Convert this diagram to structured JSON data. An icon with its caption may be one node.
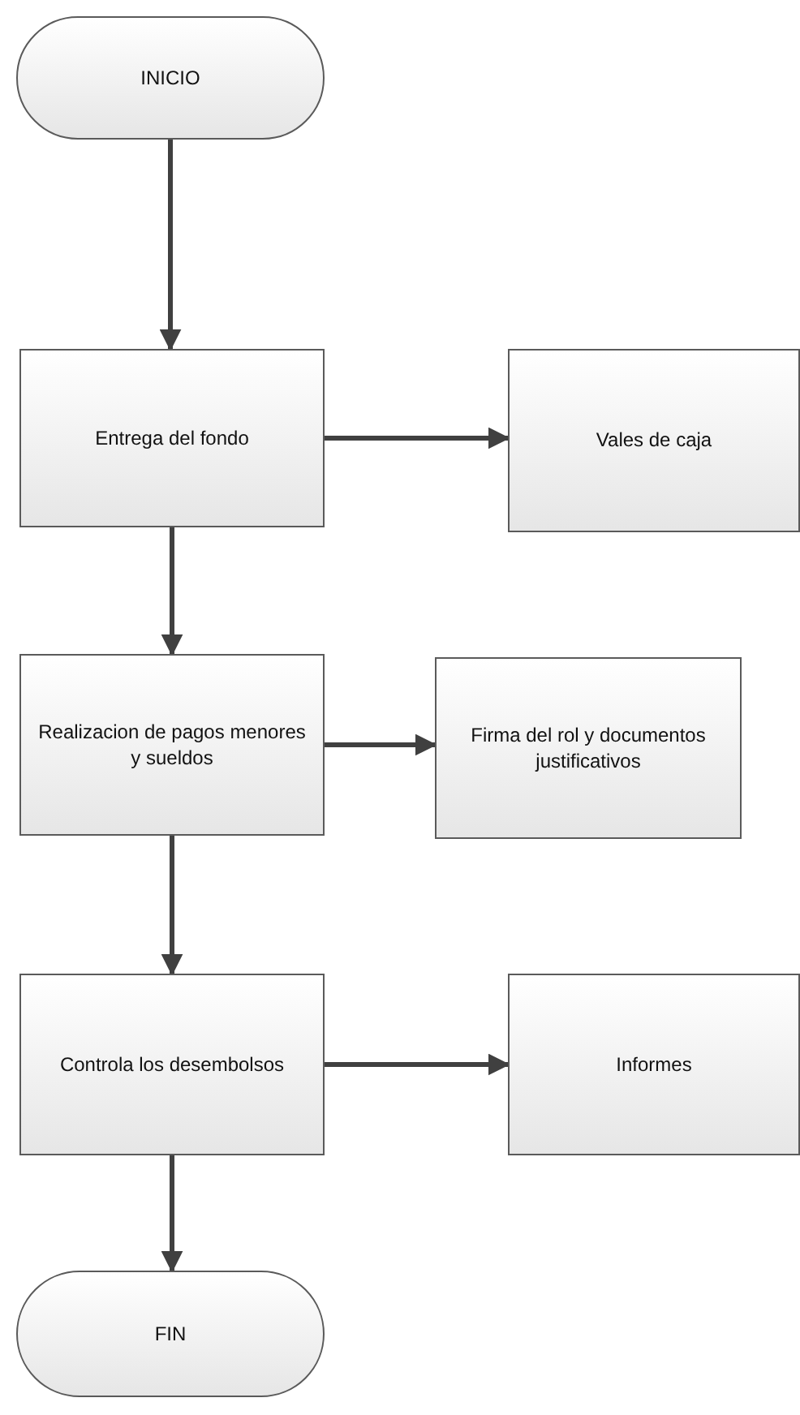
{
  "diagram": {
    "nodes": [
      {
        "text": [
          "INICIO"
        ]
      },
      {
        "text": [
          "Entrega del fondo"
        ]
      },
      {
        "text": [
          "Vales de caja"
        ]
      },
      {
        "text": [
          "Realizacion de pagos menores y sueldos"
        ]
      },
      {
        "text": [
          "Firma del rol y documentos justificativos"
        ]
      },
      {
        "text": [
          "Controla los desembolsos"
        ]
      },
      {
        "text": [
          "Informes"
        ]
      },
      {
        "text": [
          "FIN"
        ]
      }
    ],
    "edges": [
      {
        "from": 0,
        "to": 1,
        "arrow": "to"
      },
      {
        "from": 1,
        "to": 2,
        "arrow": "to"
      },
      {
        "from": 1,
        "to": 3,
        "arrow": "to"
      },
      {
        "from": 3,
        "to": 4,
        "arrow": "to"
      },
      {
        "from": 3,
        "to": 5,
        "arrow": "to"
      },
      {
        "from": 5,
        "to": 6,
        "arrow": "to"
      },
      {
        "from": 5,
        "to": 7,
        "arrow": "to"
      }
    ]
  }
}
